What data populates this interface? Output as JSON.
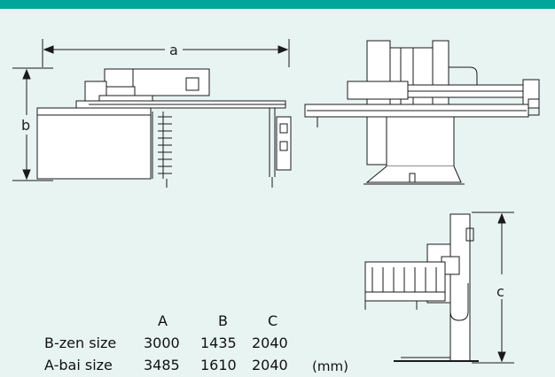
{
  "dimensions": {
    "a": "a",
    "b": "b",
    "c": "c"
  },
  "spec_table": {
    "headers": [
      "A",
      "B",
      "C"
    ],
    "rows": [
      {
        "label": "B-zen size",
        "values": [
          "3000",
          "1435",
          "2040"
        ]
      },
      {
        "label": "A-bai size",
        "values": [
          "3485",
          "1610",
          "2040"
        ]
      }
    ],
    "unit": "(mm)"
  },
  "colors": {
    "accent": "#00a69c",
    "background": "#e8f4f1",
    "line": "#1a1a1a"
  }
}
